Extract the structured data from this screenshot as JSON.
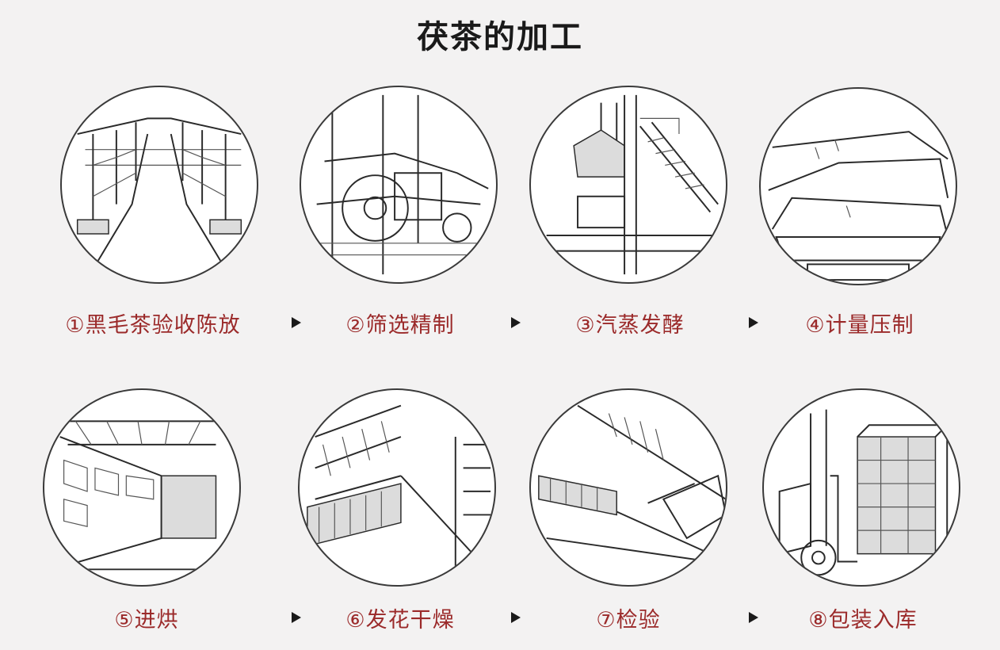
{
  "title": "茯茶的加工",
  "steps": [
    {
      "label": "①黑毛茶验收陈放",
      "illustration": "warehouse-aisle"
    },
    {
      "label": "②筛选精制",
      "illustration": "sieving-machine"
    },
    {
      "label": "③汽蒸发酵",
      "illustration": "steam-conveyor"
    },
    {
      "label": "④计量压制",
      "illustration": "weighing-hopper"
    },
    {
      "label": "⑤进烘",
      "illustration": "drying-hall"
    },
    {
      "label": "⑥发花干燥",
      "illustration": "drying-shelves"
    },
    {
      "label": "⑦检验",
      "illustration": "inspection-hand"
    },
    {
      "label": "⑧包装入库",
      "illustration": "forklift-boxes"
    }
  ],
  "colors": {
    "label": "#9b2a2a",
    "title": "#1a1a1a",
    "background": "#f3f2f2"
  }
}
